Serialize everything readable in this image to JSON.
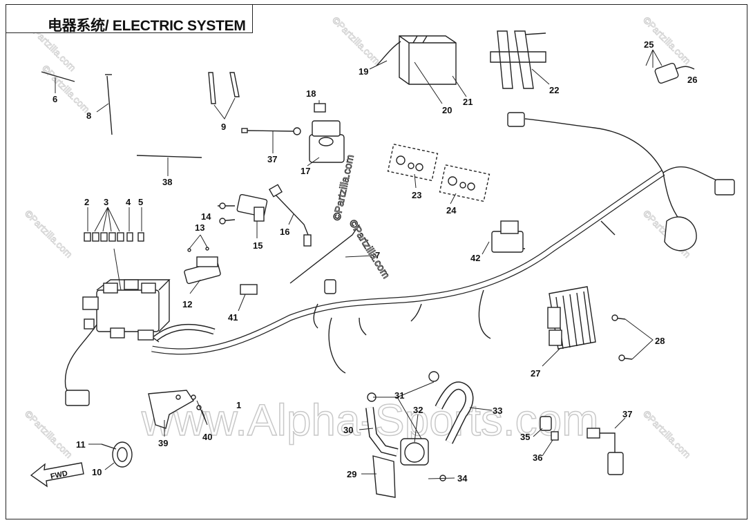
{
  "title": "电器系统/ ELECTRIC SYSTEM",
  "watermark_main": "www.Alpha-Sports.com",
  "watermark_small": "©Partzilla.com",
  "fwd_label": "FWD",
  "callouts": [
    "1",
    "2",
    "3",
    "4",
    "5",
    "6",
    "7",
    "8",
    "9",
    "10",
    "11",
    "12",
    "13",
    "14",
    "15",
    "16",
    "17",
    "18",
    "19",
    "20",
    "21",
    "22",
    "23",
    "24",
    "25",
    "26",
    "27",
    "28",
    "29",
    "30",
    "31",
    "32",
    "33",
    "34",
    "35",
    "36",
    "37",
    "37",
    "38",
    "39",
    "40",
    "41",
    "42"
  ]
}
